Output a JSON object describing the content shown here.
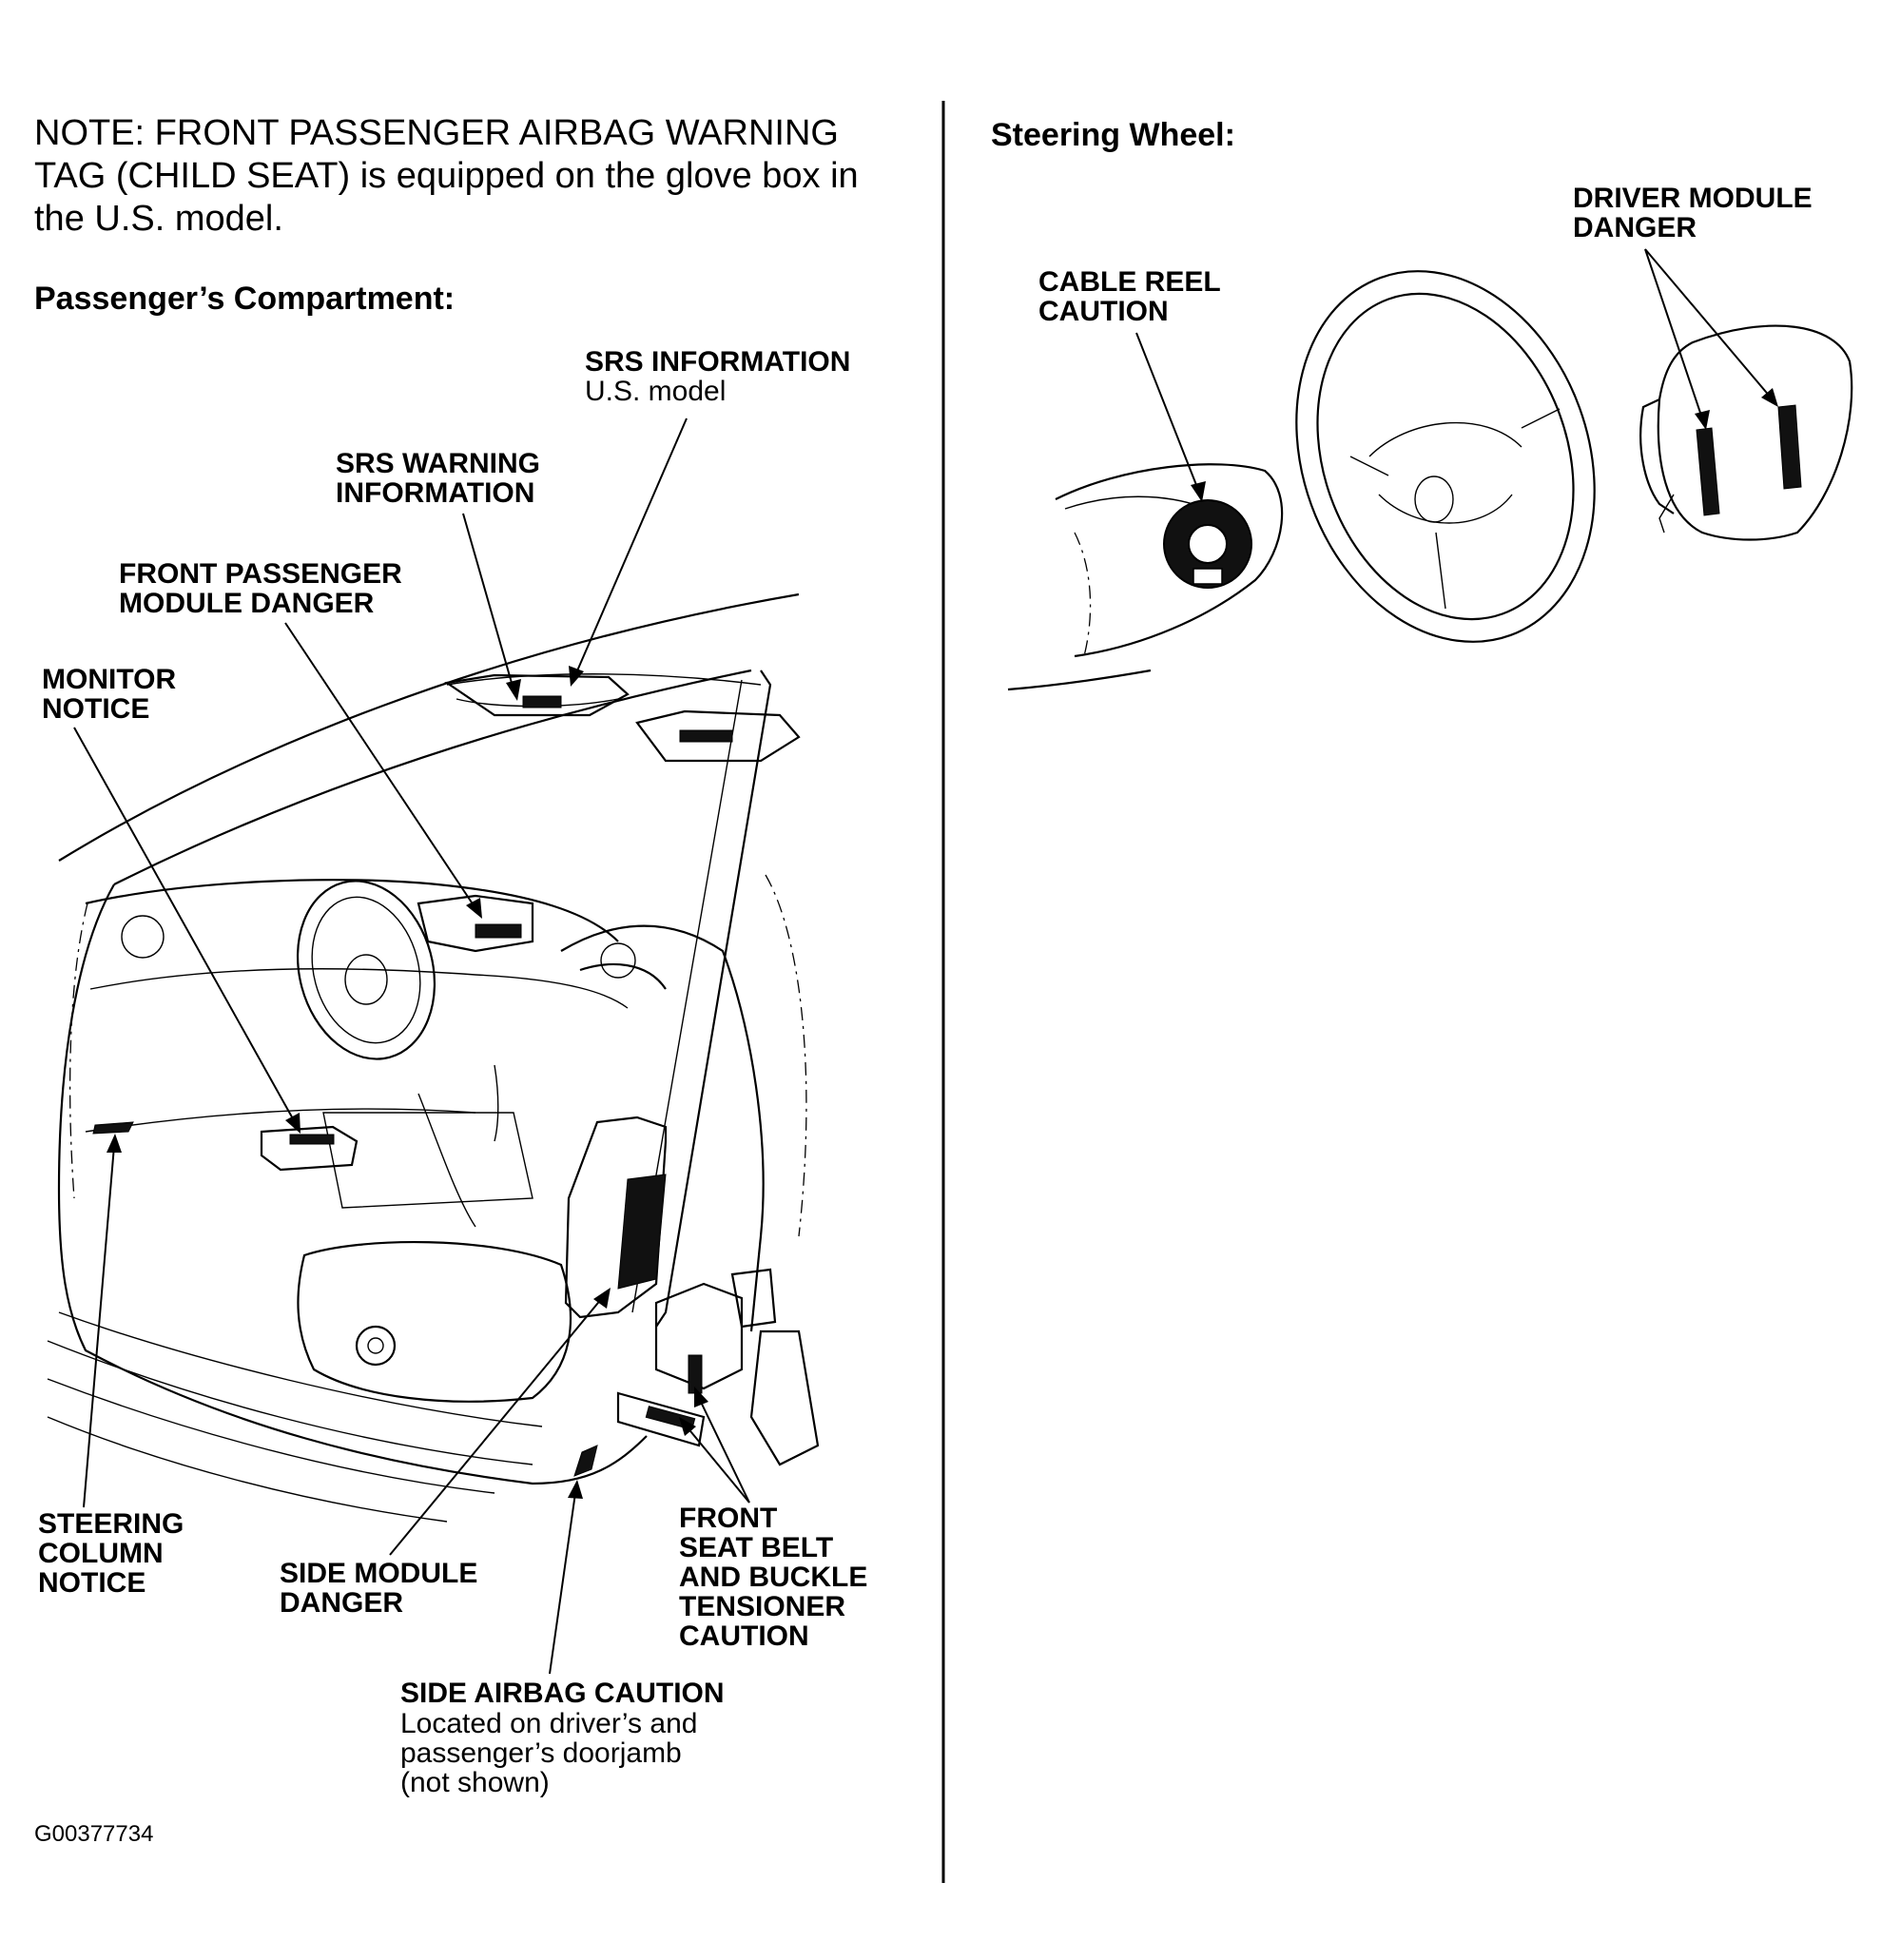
{
  "note": "NOTE: FRONT PASSENGER AIRBAG WARNING TAG (CHILD SEAT) is equipped on the glove box in the U.S. model.",
  "sections": {
    "passenger_compartment": "Passenger’s Compartment:",
    "steering_wheel": "Steering Wheel:"
  },
  "labels": {
    "srs_information": "SRS INFORMATION",
    "srs_information_sub": "U.S. model",
    "srs_warning_information": "SRS WARNING\nINFORMATION",
    "front_passenger_module_danger": "FRONT PASSENGER\nMODULE DANGER",
    "monitor_notice": "MONITOR\nNOTICE",
    "steering_column_notice": "STEERING\nCOLUMN\nNOTICE",
    "side_module_danger": "SIDE MODULE\nDANGER",
    "front_seat_belt_caution": "FRONT\nSEAT BELT\nAND BUCKLE\nTENSIONER\nCAUTION",
    "side_airbag_caution": "SIDE AIRBAG CAUTION",
    "side_airbag_caution_sub": "Located on driver’s and\npassenger’s doorjamb\n(not shown)",
    "cable_reel_caution": "CABLE REEL\nCAUTION",
    "driver_module_danger": "DRIVER MODULE\nDANGER"
  },
  "figure_code": "G00377734"
}
